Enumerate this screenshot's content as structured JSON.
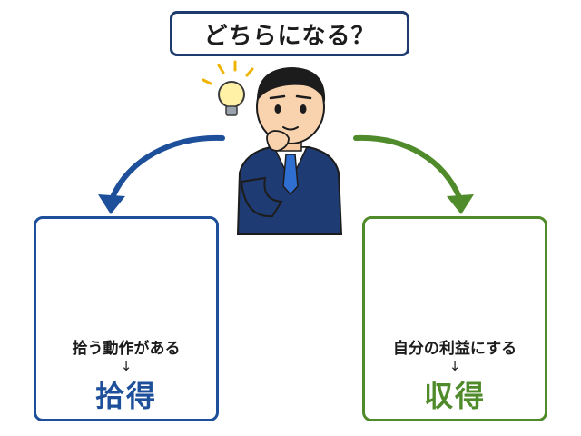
{
  "header": {
    "question": "どちらになる？"
  },
  "left_option": {
    "description": "拾う動作がある",
    "arrow": "↓",
    "result": "拾得"
  },
  "right_option": {
    "description": "自分の利益にする",
    "arrow": "↓",
    "result": "収得"
  },
  "colors": {
    "left_accent": "#1d4f9a",
    "right_accent": "#4f8b2a",
    "title_border": "#1d3b6e"
  },
  "icons": [
    "lightbulb-icon",
    "wallet-icon",
    "treasure-chest-icon",
    "sparkle-icon"
  ]
}
